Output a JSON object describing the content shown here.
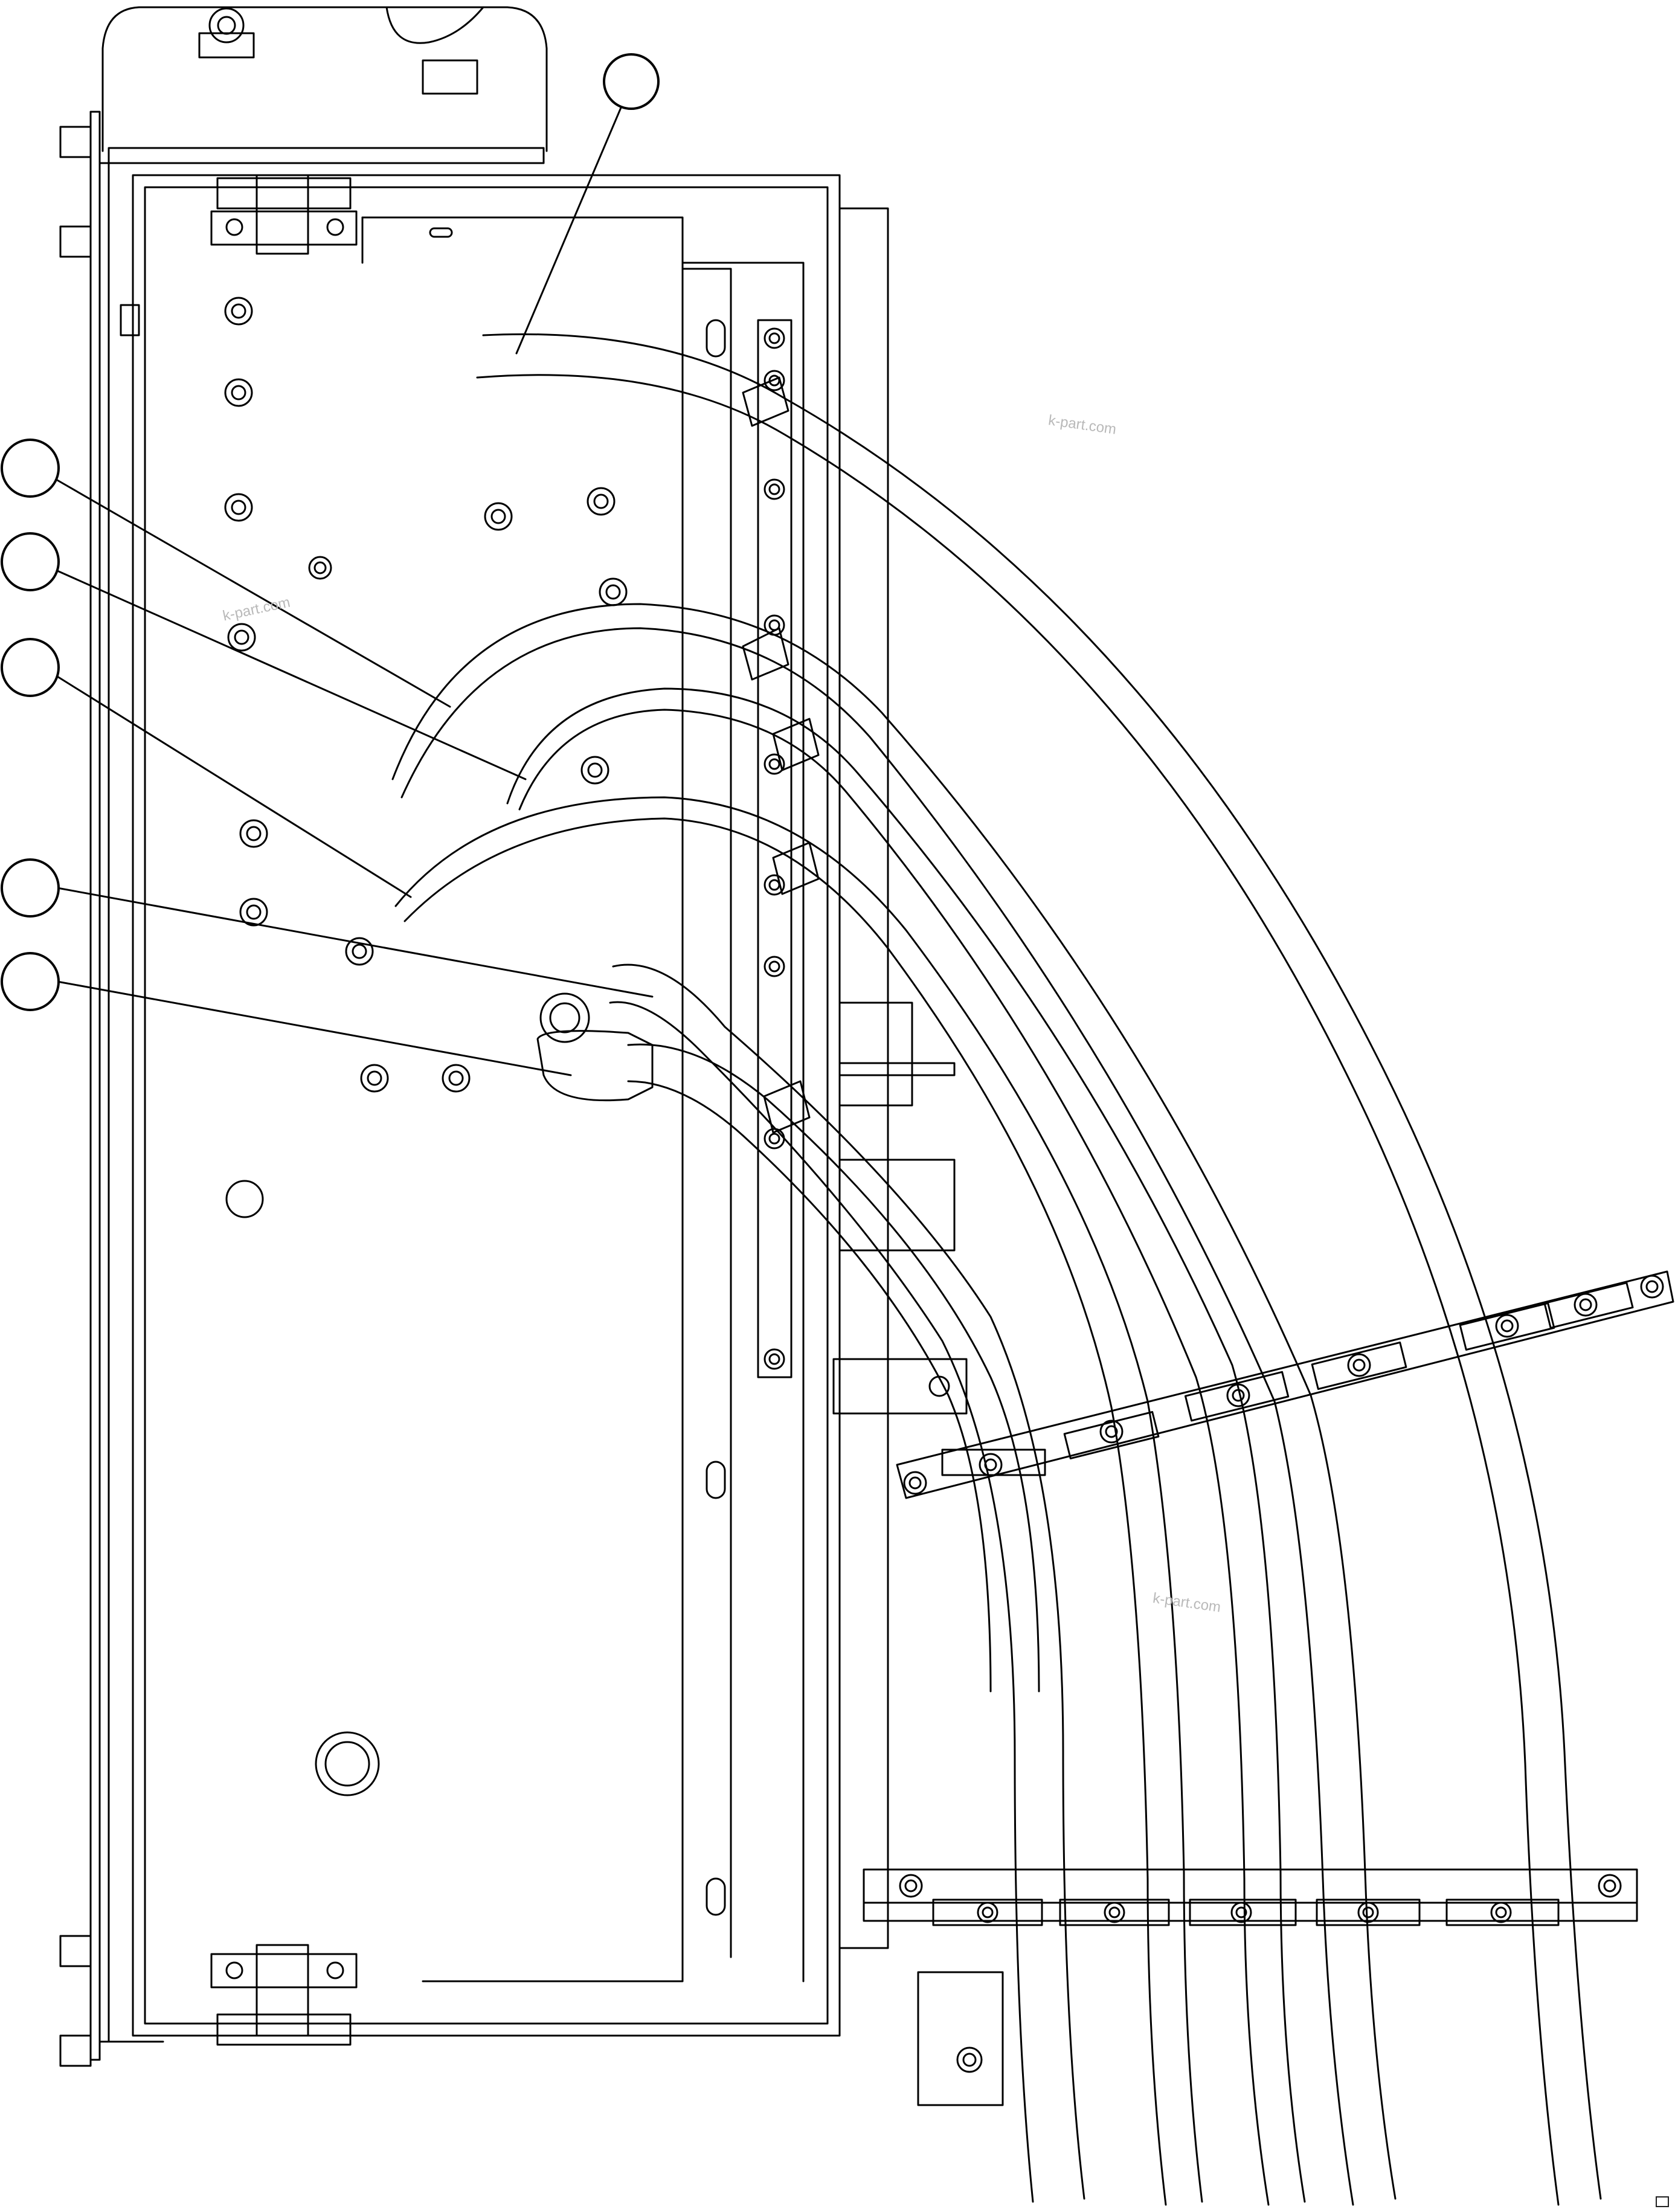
{
  "watermarks": [
    "k-part.com",
    "k-part.com",
    "k-part.com"
  ],
  "callouts": [
    {
      "id": "callout-1",
      "label": ""
    },
    {
      "id": "callout-2",
      "label": ""
    },
    {
      "id": "callout-3",
      "label": ""
    },
    {
      "id": "callout-4",
      "label": ""
    },
    {
      "id": "callout-5",
      "label": ""
    },
    {
      "id": "callout-6",
      "label": ""
    }
  ],
  "colors": {
    "line": "#000000",
    "background": "#ffffff",
    "watermark": "#b9b9b9"
  }
}
